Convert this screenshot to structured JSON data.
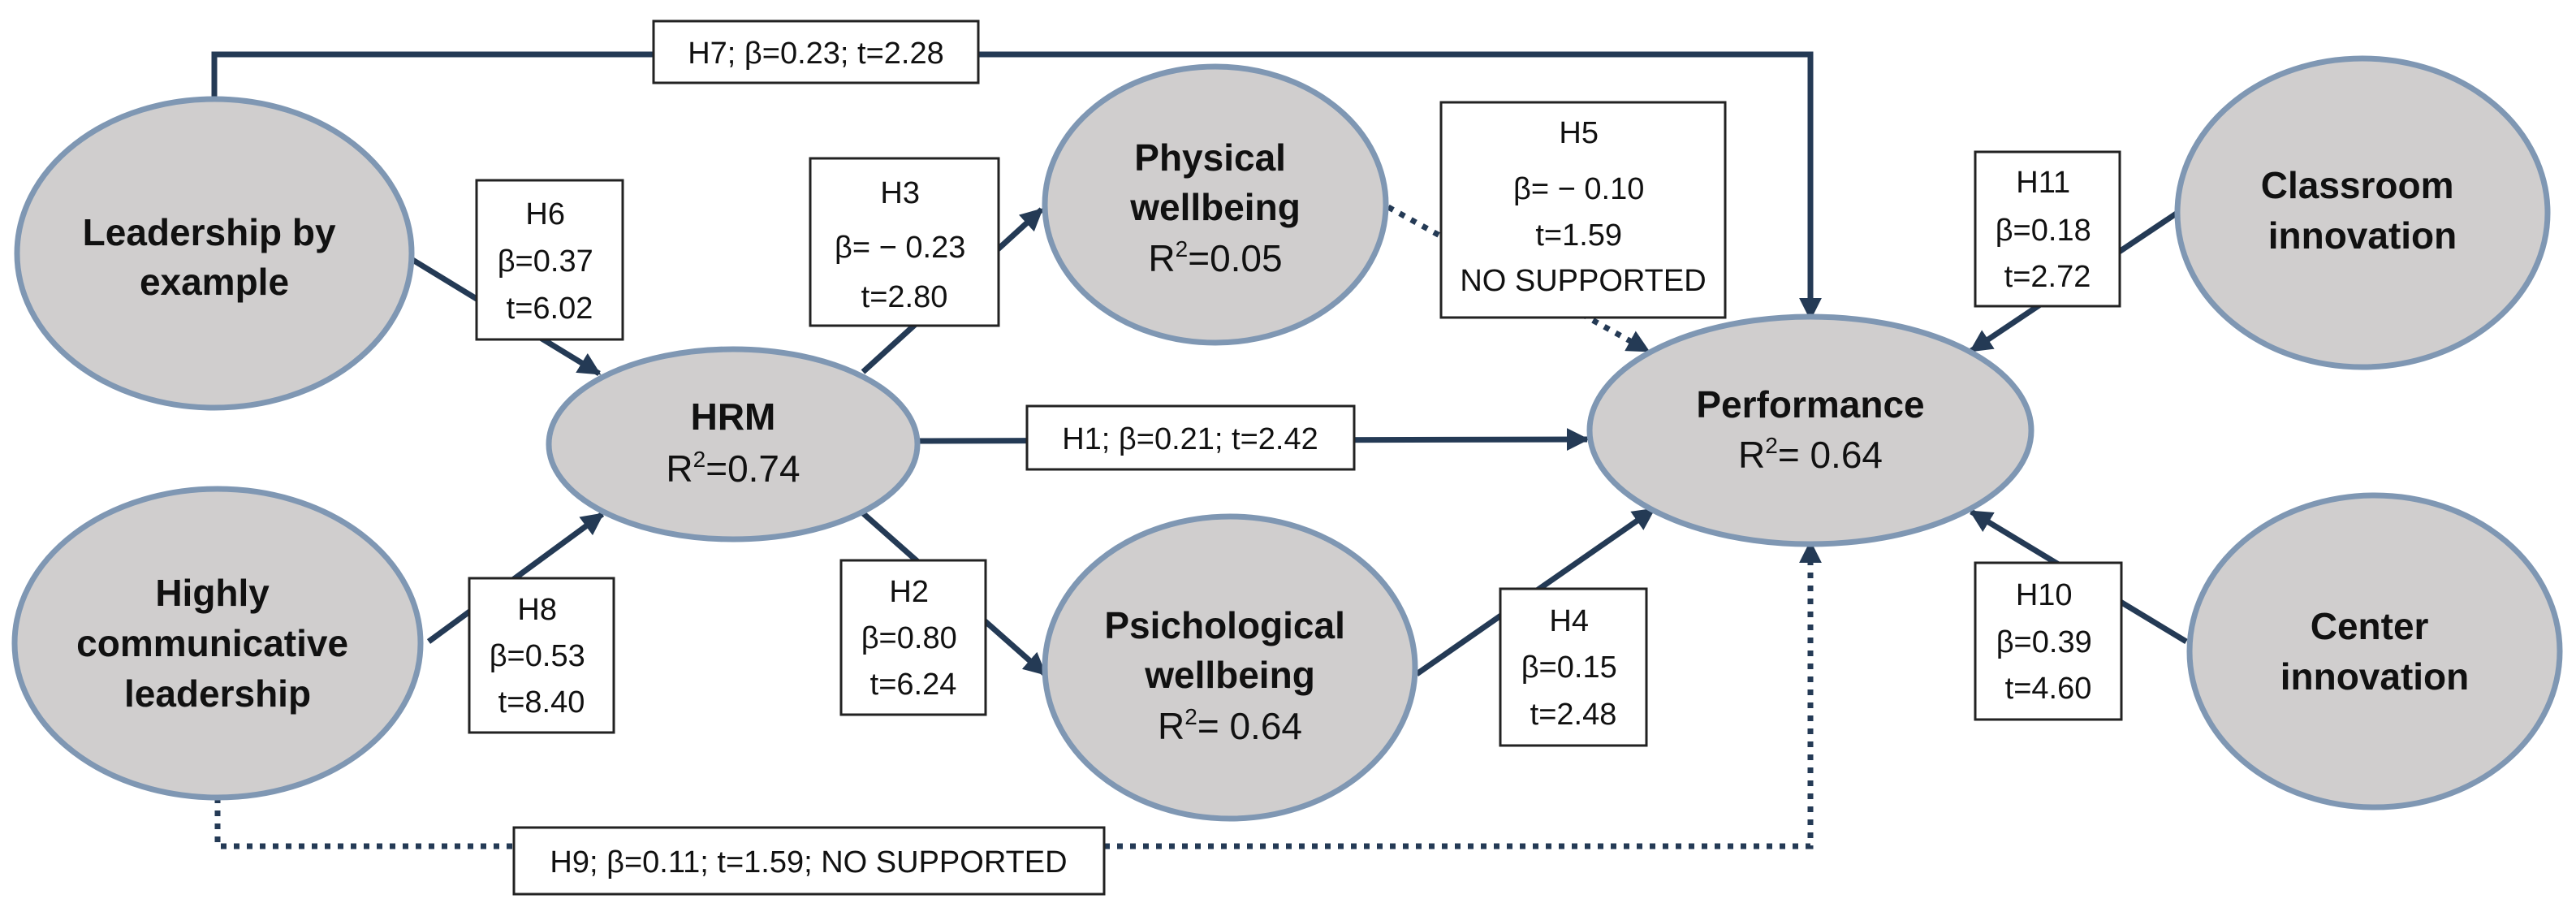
{
  "nodes": {
    "leadership_by_example": {
      "line1": "Leadership by",
      "line2": "example"
    },
    "highly_communicative": {
      "line1": "Highly",
      "line2": "communicative",
      "line3": "leadership"
    },
    "hrm": {
      "name": "HRM",
      "r2_prefix": "R",
      "r2_sup": "2",
      "r2_value": "=0.74"
    },
    "physical": {
      "line1": "Physical",
      "line2": "wellbeing",
      "r2_prefix": "R",
      "r2_sup": "2",
      "r2_value": "=0.05"
    },
    "psichological": {
      "line1": "Psichological",
      "line2": "wellbeing",
      "r2_prefix": "R",
      "r2_sup": "2",
      "r2_value": "= 0.64"
    },
    "performance": {
      "name": "Performance",
      "r2_prefix": "R",
      "r2_sup": "2",
      "r2_value": "= 0.64"
    },
    "classroom_innovation": {
      "line1": "Classroom",
      "line2": "innovation"
    },
    "center_innovation": {
      "line1": "Center",
      "line2": "innovation"
    }
  },
  "paths": {
    "h1": {
      "text": "H1; β=0.21; t=2.42"
    },
    "h2": {
      "l1": "H2",
      "l2": "β=0.80",
      "l3": "t=6.24"
    },
    "h3": {
      "l1": "H3",
      "l2": "β= − 0.23",
      "l3": "t=2.80"
    },
    "h4": {
      "l1": "H4",
      "l2": "β=0.15",
      "l3": "t=2.48"
    },
    "h5": {
      "l1": "H5",
      "l2": "β= − 0.10",
      "l3": "t=1.59",
      "l4": "NO SUPPORTED"
    },
    "h6": {
      "l1": "H6",
      "l2": "β=0.37",
      "l3": "t=6.02"
    },
    "h7": {
      "text": "H7; β=0.23; t=2.28"
    },
    "h8": {
      "l1": "H8",
      "l2": "β=0.53",
      "l3": "t=8.40"
    },
    "h9": {
      "text": "H9; β=0.11; t=1.59; NO SUPPORTED"
    },
    "h10": {
      "l1": "H10",
      "l2": "β=0.39",
      "l3": "t=4.60"
    },
    "h11": {
      "l1": "H11",
      "l2": "β=0.18",
      "l3": "t=2.72"
    }
  },
  "colors": {
    "node_fill": "#d0cece",
    "node_outline": "#7f97b3",
    "arrow": "#243a55",
    "label_border": "#222222"
  }
}
